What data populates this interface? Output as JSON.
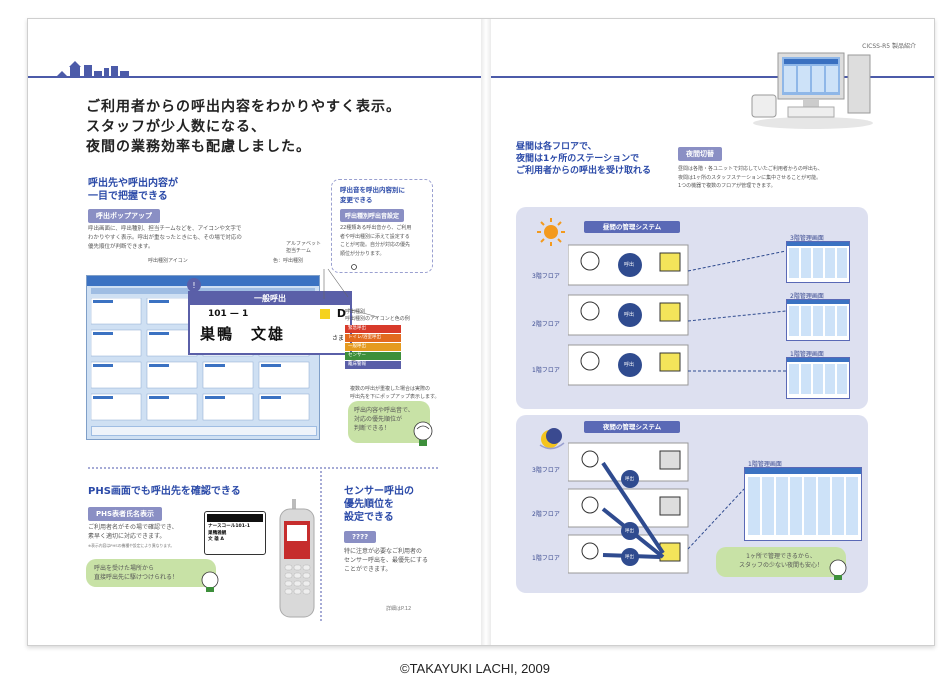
{
  "header": {
    "right_caption": "CICSS-R5 製品紹介"
  },
  "left": {
    "headline": [
      "ご利用者からの呼出内容をわかりやすく表示。",
      "スタッフが少人数になる、",
      "夜間の業務効率も配慮しました。"
    ],
    "section1": {
      "title": [
        "呼出先や呼出内容が",
        "一目で把握できる"
      ],
      "label": "呼出ポップアップ",
      "body": [
        "呼出画面に、呼出種別、担当チームなどを、アイコンや文字で",
        "わかりやすく表示。呼出が重なったときにも、その場で対応の",
        "優先順位が判断できます。"
      ]
    },
    "section2": {
      "title": [
        "呼出音を呼出内容別に",
        "変更できる"
      ],
      "label": "呼出種別呼出音設定",
      "body": [
        "22種類ある呼出音から、ご利用",
        "者や呼出種別に添えて設定する",
        "ことが可能。自分が対応の優先",
        "順位が分かります。"
      ]
    },
    "screen": {
      "icon_label": "呼出種別アイコン",
      "alpha_label": [
        "アルファベット",
        "担当チーム"
      ],
      "color_label": "色：呼出種別",
      "popup_title": "一般呼出",
      "room": "101 — 1",
      "name": "巣鴨　文雄",
      "honorific": "さま",
      "team": "D",
      "legend_title": [
        "呼出種別",
        "呼出種別のアイコンと色の例"
      ],
      "legend": [
        "緊急呼出",
        "トイレ/浴室呼出",
        "一般呼出",
        "センサー",
        "離床警報"
      ],
      "legend_colors": [
        "#d83a2a",
        "#e26a1f",
        "#e59b1f",
        "#3d8f3b",
        "#5a5fa8"
      ],
      "note": [
        "複数の呼出が重複した場合は実際の",
        "呼出先を下にポップアップ表示します。"
      ],
      "bubble": [
        "呼出内容や呼出音で、",
        "対応の優先順位が",
        "判断できる！"
      ]
    },
    "section3": {
      "title": "PHS画面でも呼出先を確認できる",
      "label": "PHS表者氏名表示",
      "body": [
        "ご利用者名がその場で確認でき、",
        "素早く適切に対応できます。"
      ],
      "small": "※表示内容はPHSの機種や設定により異なります。",
      "phs_lines": [
        "ナースコール101-1",
        "巣鴨雅観",
        "文 雄 A"
      ],
      "bubble": [
        "呼出を受けた場所から",
        "直接呼出先に駆けつけられる！"
      ]
    },
    "section4": {
      "title": [
        "センサー呼出の",
        "優先順位を",
        "設定できる"
      ],
      "label": "????",
      "body": [
        "特に注意が必要なご利用者の",
        "センサー呼出を、最優先にする",
        "ことができます。"
      ],
      "ref": "詳細はP.12"
    }
  },
  "right": {
    "title": [
      "昼間は各フロアで、",
      "夜間は1ヶ所のステーションで",
      "ご利用者からの呼出を受け取れる"
    ],
    "label": "夜間切替",
    "body": [
      "昼間は各階・各ユニットで対応していたご利用者からの呼出も、",
      "夜間は1ヶ所のスタッフステーションに集中させることが可能。",
      "1つの機器で複数のフロアが管理できます。"
    ],
    "day_system": "昼間の管理システム",
    "night_system": "夜間の管理システム",
    "floors": [
      "3階フロア",
      "2階フロア",
      "1階フロア"
    ],
    "call_label": "呼出",
    "day_screens": [
      "3階管理画面",
      "2階管理画面",
      "1階管理画面"
    ],
    "night_screen": "1階管理画面",
    "bubble": [
      "1ヶ所で管理できるから、",
      "スタッフの少ない夜間も安心！"
    ]
  },
  "footer": {
    "copyright": "©TAKAYUKI LACHI, 2009"
  }
}
